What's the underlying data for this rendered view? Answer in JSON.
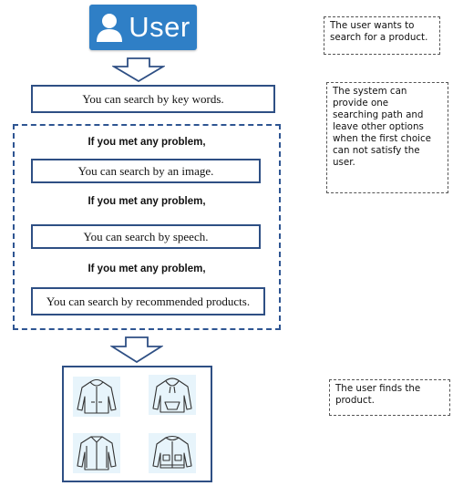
{
  "header": {
    "title": "User",
    "icon": "user-icon",
    "color": "#2f7fc6"
  },
  "flow": {
    "step1": "You can search by key words.",
    "problem_label_1": "If you met any problem,",
    "step2": "You can search by an image.",
    "problem_label_2": "If you met any problem,",
    "step3": "You can search by speech.",
    "problem_label_3": "If you met any problem,",
    "step4": "You can search by recommended products."
  },
  "notes": {
    "note1": "The user wants to\nsearch for a product.",
    "note2": "The system can\nprovide one\nsearching path and\nleave other options\nwhen the first choice\ncan not satisfy the\nuser.",
    "note3": "The user finds the\nproduct."
  },
  "products": {
    "icons": [
      "zip-hoodie-icon",
      "pullover-hoodie-icon",
      "track-jacket-icon",
      "bomber-jacket-icon"
    ]
  },
  "colors": {
    "box_border": "#2e4f84",
    "dashed_border": "#2e5592",
    "tile_bg": "#e7f4fb"
  }
}
